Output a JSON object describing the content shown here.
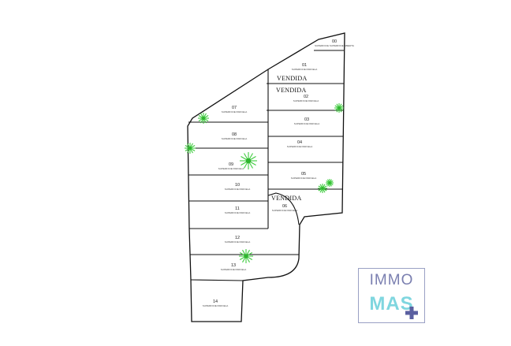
{
  "logo": {
    "line1": "IMMO",
    "line2": "MAS"
  },
  "sold_label": "VENDIDA",
  "lots": [
    {
      "id": "00",
      "number": "00",
      "area": "SUPERFICIE SUPERFICIE ABIERTA",
      "sold": false
    },
    {
      "id": "01",
      "number": "01",
      "area": "SUPERFICIE PARCELA",
      "sold": true
    },
    {
      "id": "02",
      "number": "02",
      "area": "SUPERFICIE PARCELA",
      "sold": true
    },
    {
      "id": "03",
      "number": "03",
      "area": "SUPERFICIE PARCELA",
      "sold": false
    },
    {
      "id": "04",
      "number": "04",
      "area": "SUPERFICIE PARCELA",
      "sold": false
    },
    {
      "id": "05",
      "number": "05",
      "area": "SUPERFICIE PARCELA",
      "sold": false
    },
    {
      "id": "06",
      "number": "06",
      "area": "SUPERFICIE PARCELA",
      "sold": true
    },
    {
      "id": "07",
      "number": "07",
      "area": "SUPERFICIE PARCELA",
      "sold": false
    },
    {
      "id": "08",
      "number": "08",
      "area": "SUPERFICIE PARCELA",
      "sold": false
    },
    {
      "id": "09",
      "number": "09",
      "area": "SUPERFICIE PARCELA",
      "sold": false
    },
    {
      "id": "10",
      "number": "10",
      "area": "SUPERFICIE PARCELA",
      "sold": false
    },
    {
      "id": "11",
      "number": "11",
      "area": "SUPERFICIE PARCELA",
      "sold": false
    },
    {
      "id": "12",
      "number": "12",
      "area": "SUPERFICIE PARCELA",
      "sold": false
    },
    {
      "id": "13",
      "number": "13",
      "area": "SUPERFICIE PARCELA",
      "sold": false
    },
    {
      "id": "14",
      "number": "14",
      "area": "SUPERFICIE PARCELA",
      "sold": false
    }
  ],
  "colors": {
    "tree": "#3fcc3f",
    "logo_text": "#7a7fb0",
    "logo_accent": "#7fd6df",
    "logo_plus": "#5a5fa0"
  }
}
